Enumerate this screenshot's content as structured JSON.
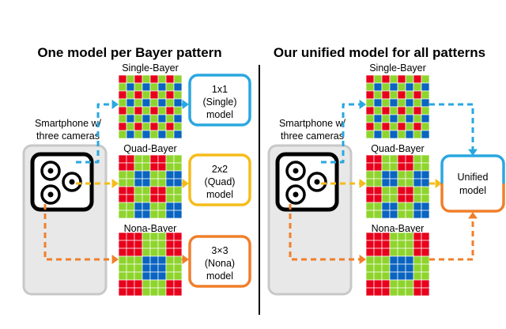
{
  "colors": {
    "red": "#e8001c",
    "green": "#8fd42d",
    "blue": "#0a64c0",
    "gridline": "#ffffff",
    "phone_bg": "#e8e8e8",
    "phone_border": "#c8c8c8",
    "camera": "#000000",
    "single": "#2aa7df",
    "quad": "#f5bc1b",
    "nona": "#f07f2b",
    "divider": "#000000"
  },
  "left": {
    "title": "One model per Bayer pattern",
    "phone_label": [
      "Smartphone w/",
      "three cameras"
    ],
    "patterns": [
      {
        "name": "Single-Bayer",
        "type": "single"
      },
      {
        "name": "Quad-Bayer",
        "type": "quad"
      },
      {
        "name": "Nona-Bayer",
        "type": "nona"
      }
    ],
    "models": [
      {
        "lines": [
          "1x1",
          "(Single)",
          "model"
        ],
        "color_key": "single"
      },
      {
        "lines": [
          "2x2",
          "(Quad)",
          "model"
        ],
        "color_key": "quad"
      },
      {
        "lines": [
          "3×3",
          "(Nona)",
          "model"
        ],
        "color_key": "nona"
      }
    ]
  },
  "right": {
    "title": "Our unified model for all patterns",
    "phone_label": [
      "Smartphone w/",
      "three cameras"
    ],
    "patterns": [
      {
        "name": "Single-Bayer",
        "type": "single"
      },
      {
        "name": "Quad-Bayer",
        "type": "quad"
      },
      {
        "name": "Nona-Bayer",
        "type": "nona"
      }
    ],
    "unified_model": [
      "Unified",
      "model"
    ]
  }
}
